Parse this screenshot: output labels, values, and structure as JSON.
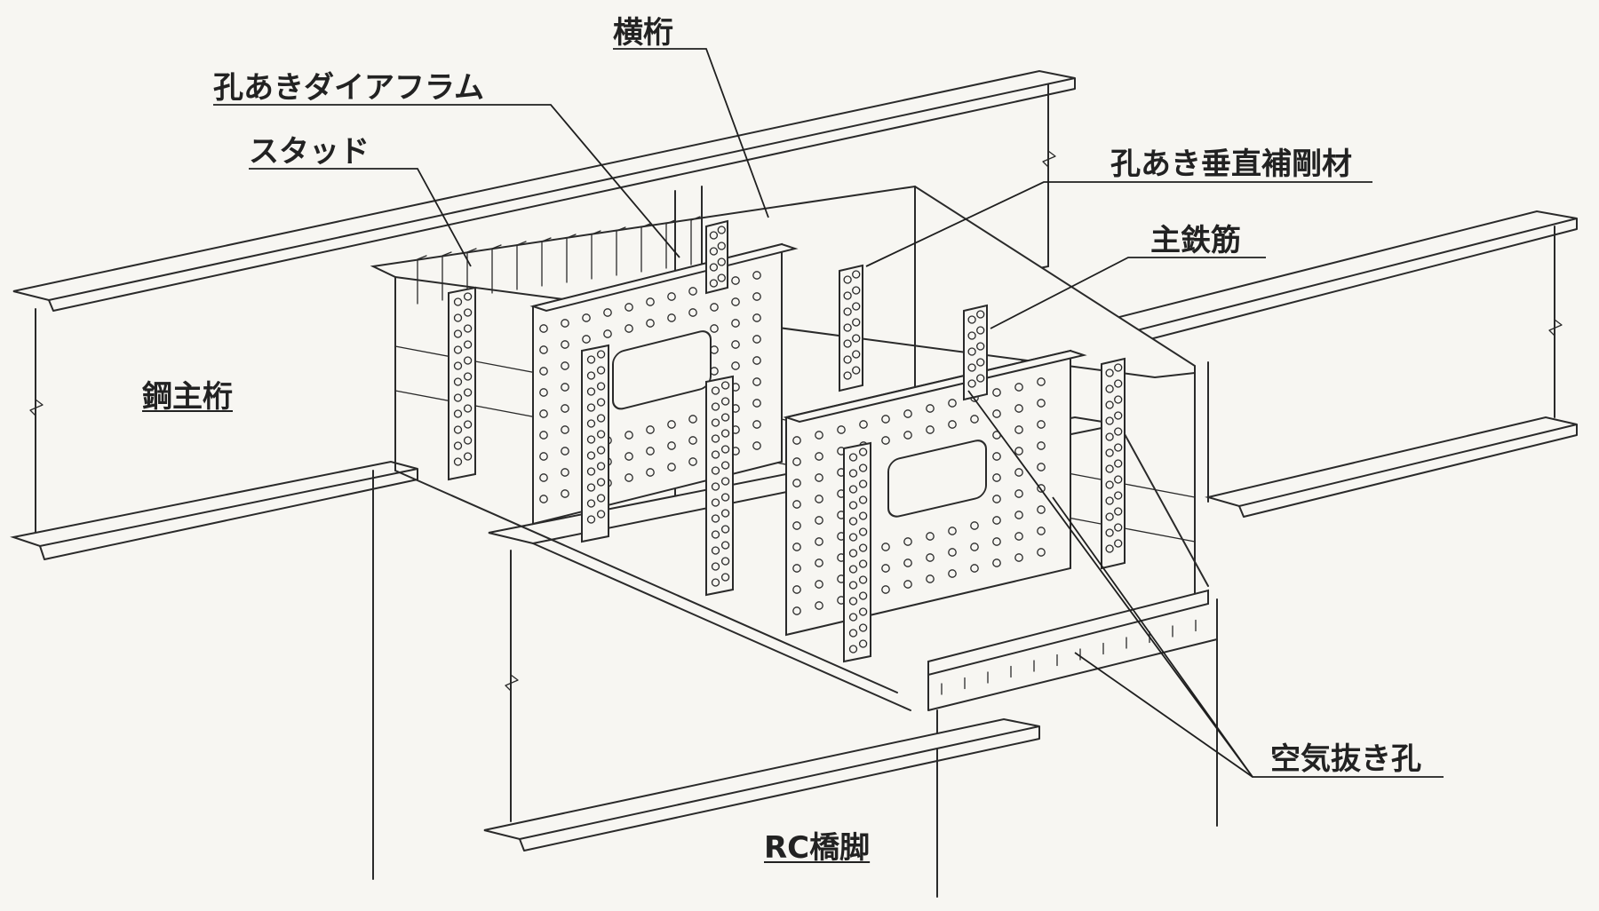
{
  "labels": {
    "cross_beam": "横桁",
    "perforated_diaphragm": "孔あきダイアフラム",
    "stud": "スタッド",
    "perforated_vertical_stiffener": "孔あき垂直補剛材",
    "main_rebar": "主鉄筋",
    "steel_main_girder": "鋼主桁",
    "air_vent_hole": "空気抜き孔",
    "rc_pier": "RC橋脚"
  }
}
